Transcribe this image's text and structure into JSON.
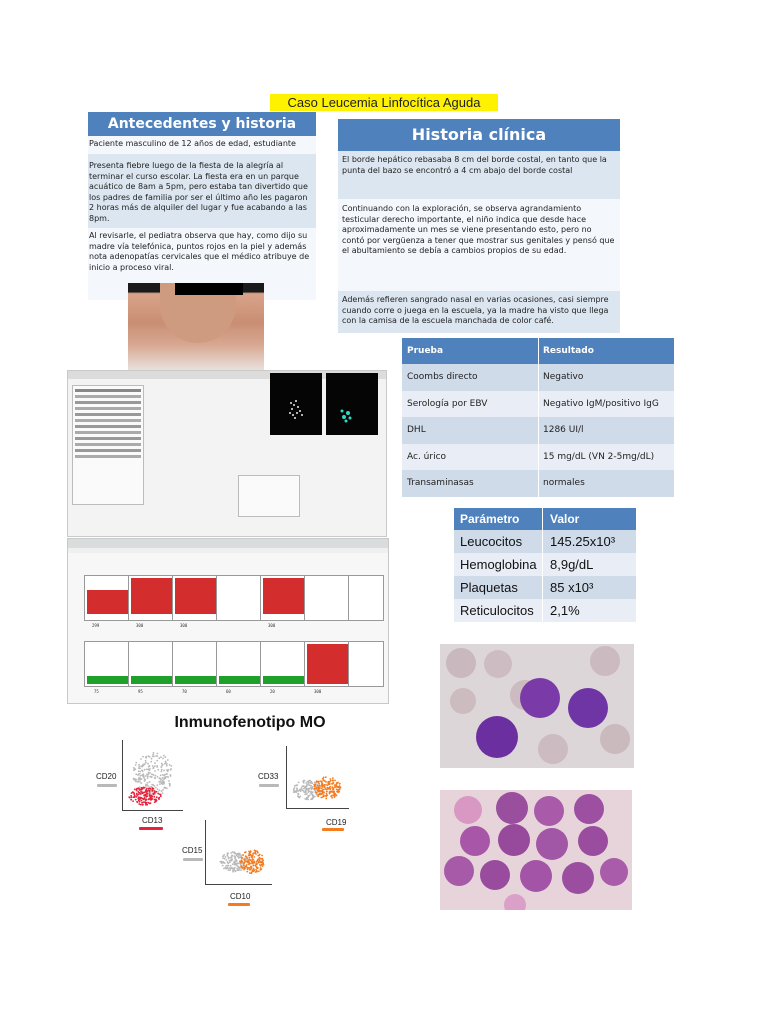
{
  "title": "Caso Leucemia Linfocítica Aguda",
  "antecedentes": {
    "header": "Antecedentes y historia clínica",
    "p1": "Paciente masculino de 12 años de edad, estudiante",
    "p2": "Presenta fiebre luego de la fiesta de la alegría al terminar el curso escolar. La fiesta era en un parque acuático de 8am a 5pm, pero estaba tan divertido que los padres de familia por ser el último año les pagaron 2 horas más de alquiler del lugar y fue acabando a las 8pm.",
    "p3": "Al revisarle, el pediatra observa que hay, como dijo su madre vía telefónica, puntos rojos en la piel y además nota adenopatías cervicales que el médico atribuye de inicio a proceso viral."
  },
  "historia": {
    "header": "Historia clínica",
    "p1": "El borde hepático rebasaba 8 cm del borde costal, en tanto que la punta del bazo se encontró a 4 cm abajo del borde costal",
    "p2": "Continuando con la exploración, se observa agrandamiento testicular derecho importante, el niño indica que desde hace aproximadamente un mes se viene presentando esto, pero no contó por vergüenza a tener que mostrar sus genitales y pensó que el abultamiento se debía a cambios propios de su edad.",
    "p3": "Además refieren sangrado nasal en varias ocasiones, casi siempre cuando corre o juega en la escuela, ya la madre ha visto que llega con la camisa de la escuela manchada de color café."
  },
  "lab_table": {
    "headers": [
      "Prueba",
      "Resultado"
    ],
    "rows": [
      [
        "Coombs directo",
        "Negativo"
      ],
      [
        "Serología por EBV",
        "Negativo IgM/positivo IgG"
      ],
      [
        "DHL",
        "1286 UI/l"
      ],
      [
        "Ac. úrico",
        "15 mg/dL (VN 2-5mg/dL)"
      ],
      [
        "Transaminasas",
        "normales"
      ]
    ]
  },
  "param_table": {
    "headers": [
      "Parámetro",
      "Valor"
    ],
    "rows": [
      [
        "Leucocitos",
        "145.25x10³"
      ],
      [
        "Hemoglobina",
        "8,9g/dL"
      ],
      [
        "Plaquetas",
        "85 x10³"
      ],
      [
        "Reticulocitos",
        "2,1%"
      ]
    ]
  },
  "immuno": {
    "title": "Inmunofenotipo MO",
    "labels": {
      "cd20": "CD20",
      "cd13": "CD13",
      "cd33": "CD33",
      "cd19": "CD19",
      "cd15": "CD15",
      "cd10": "CD10"
    },
    "colors": {
      "red": "#e8223a",
      "orange": "#f47b20",
      "gray": "#b9b9b9"
    }
  },
  "analyzer2": {
    "alarm_values": [
      "299",
      "300",
      "300",
      "300",
      "75",
      "95",
      "70",
      "60",
      "20",
      "300"
    ]
  }
}
